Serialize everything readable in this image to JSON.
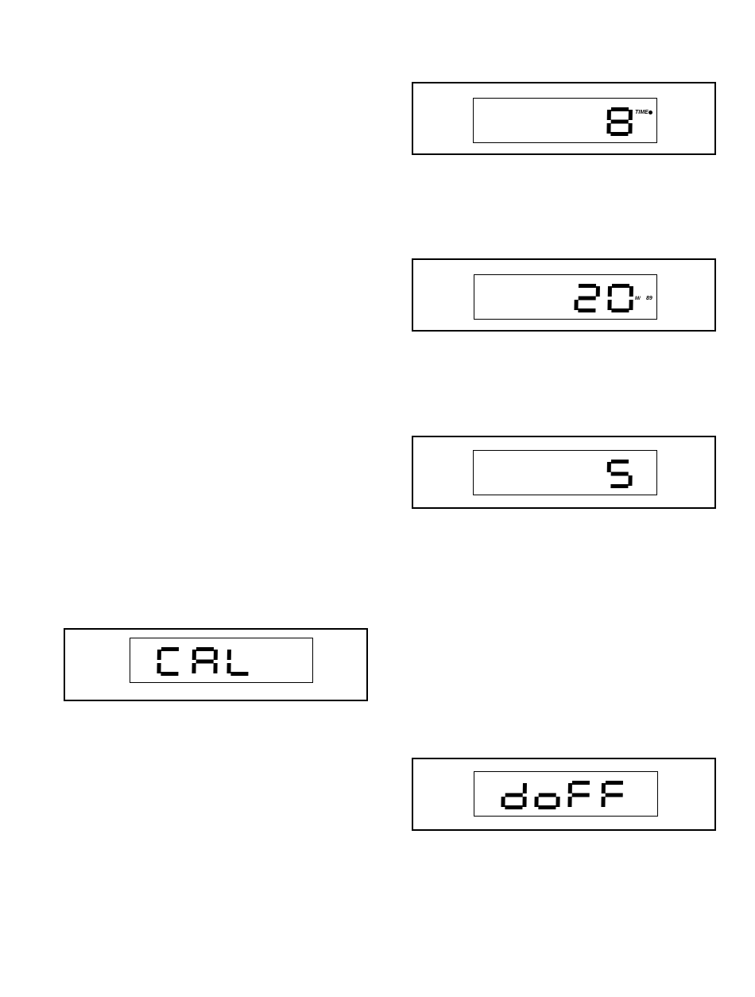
{
  "displays": [
    {
      "id": "time",
      "readout": "8",
      "indicator_label": "TIME",
      "indicator_on": true
    },
    {
      "id": "incline",
      "readout": "20",
      "unit_left": "M/",
      "unit_right": "89"
    },
    {
      "id": "five",
      "readout": "5"
    },
    {
      "id": "calibrate",
      "readout": "CAL"
    },
    {
      "id": "demo-off",
      "readout": "doFF"
    }
  ],
  "colors": {
    "ink": "#000000",
    "paper": "#ffffff"
  }
}
